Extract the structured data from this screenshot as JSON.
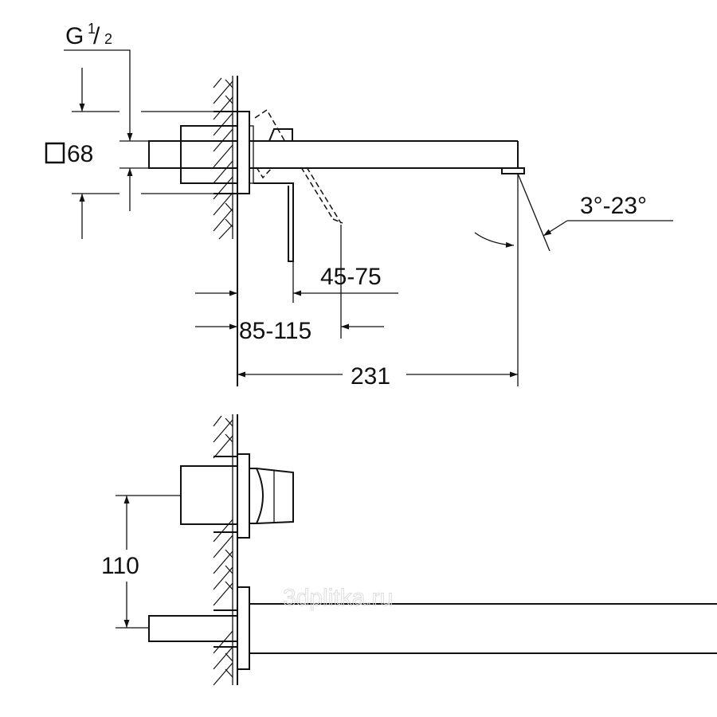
{
  "labels": {
    "thread_g": "G",
    "thread_num": "1",
    "thread_den": "2",
    "square_size": "68",
    "lever_reach": "45-75",
    "wall_depth": "85-115",
    "spout_length": "231",
    "angle": "3°-23°",
    "vertical_spacing": "110"
  },
  "watermark": "3dplitka.ru"
}
